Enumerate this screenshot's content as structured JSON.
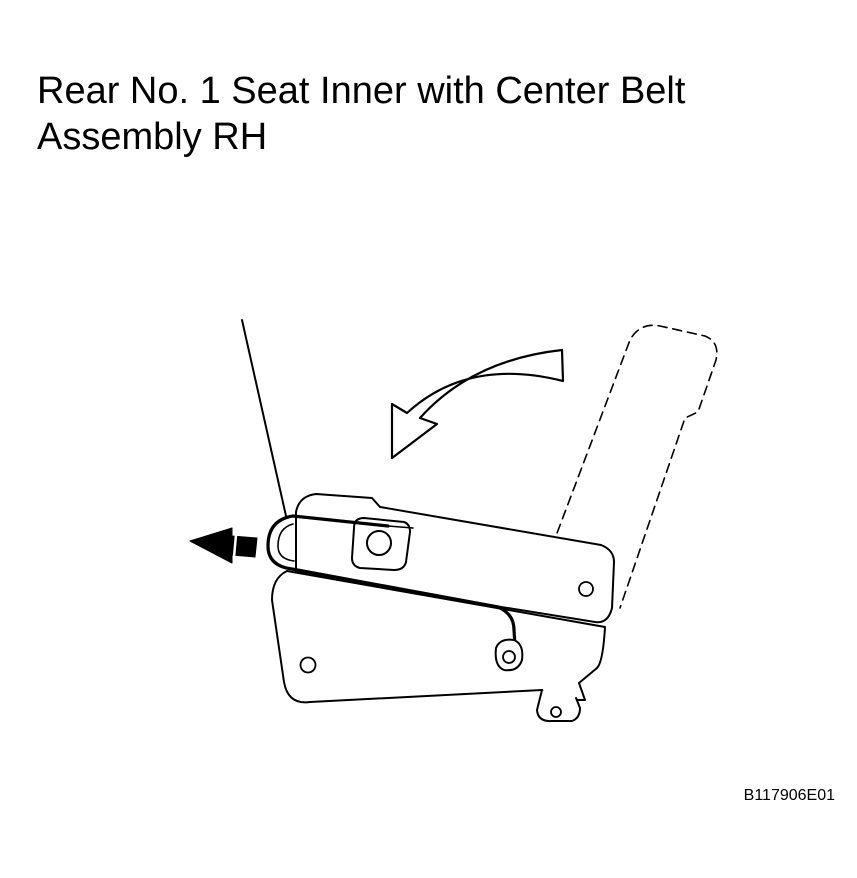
{
  "callout": {
    "line1": "Rear No. 1 Seat Inner with Center Belt",
    "line2": "Assembly RH"
  },
  "figure_code": "B117906E01",
  "colors": {
    "ink": "#000000",
    "background": "#ffffff"
  }
}
